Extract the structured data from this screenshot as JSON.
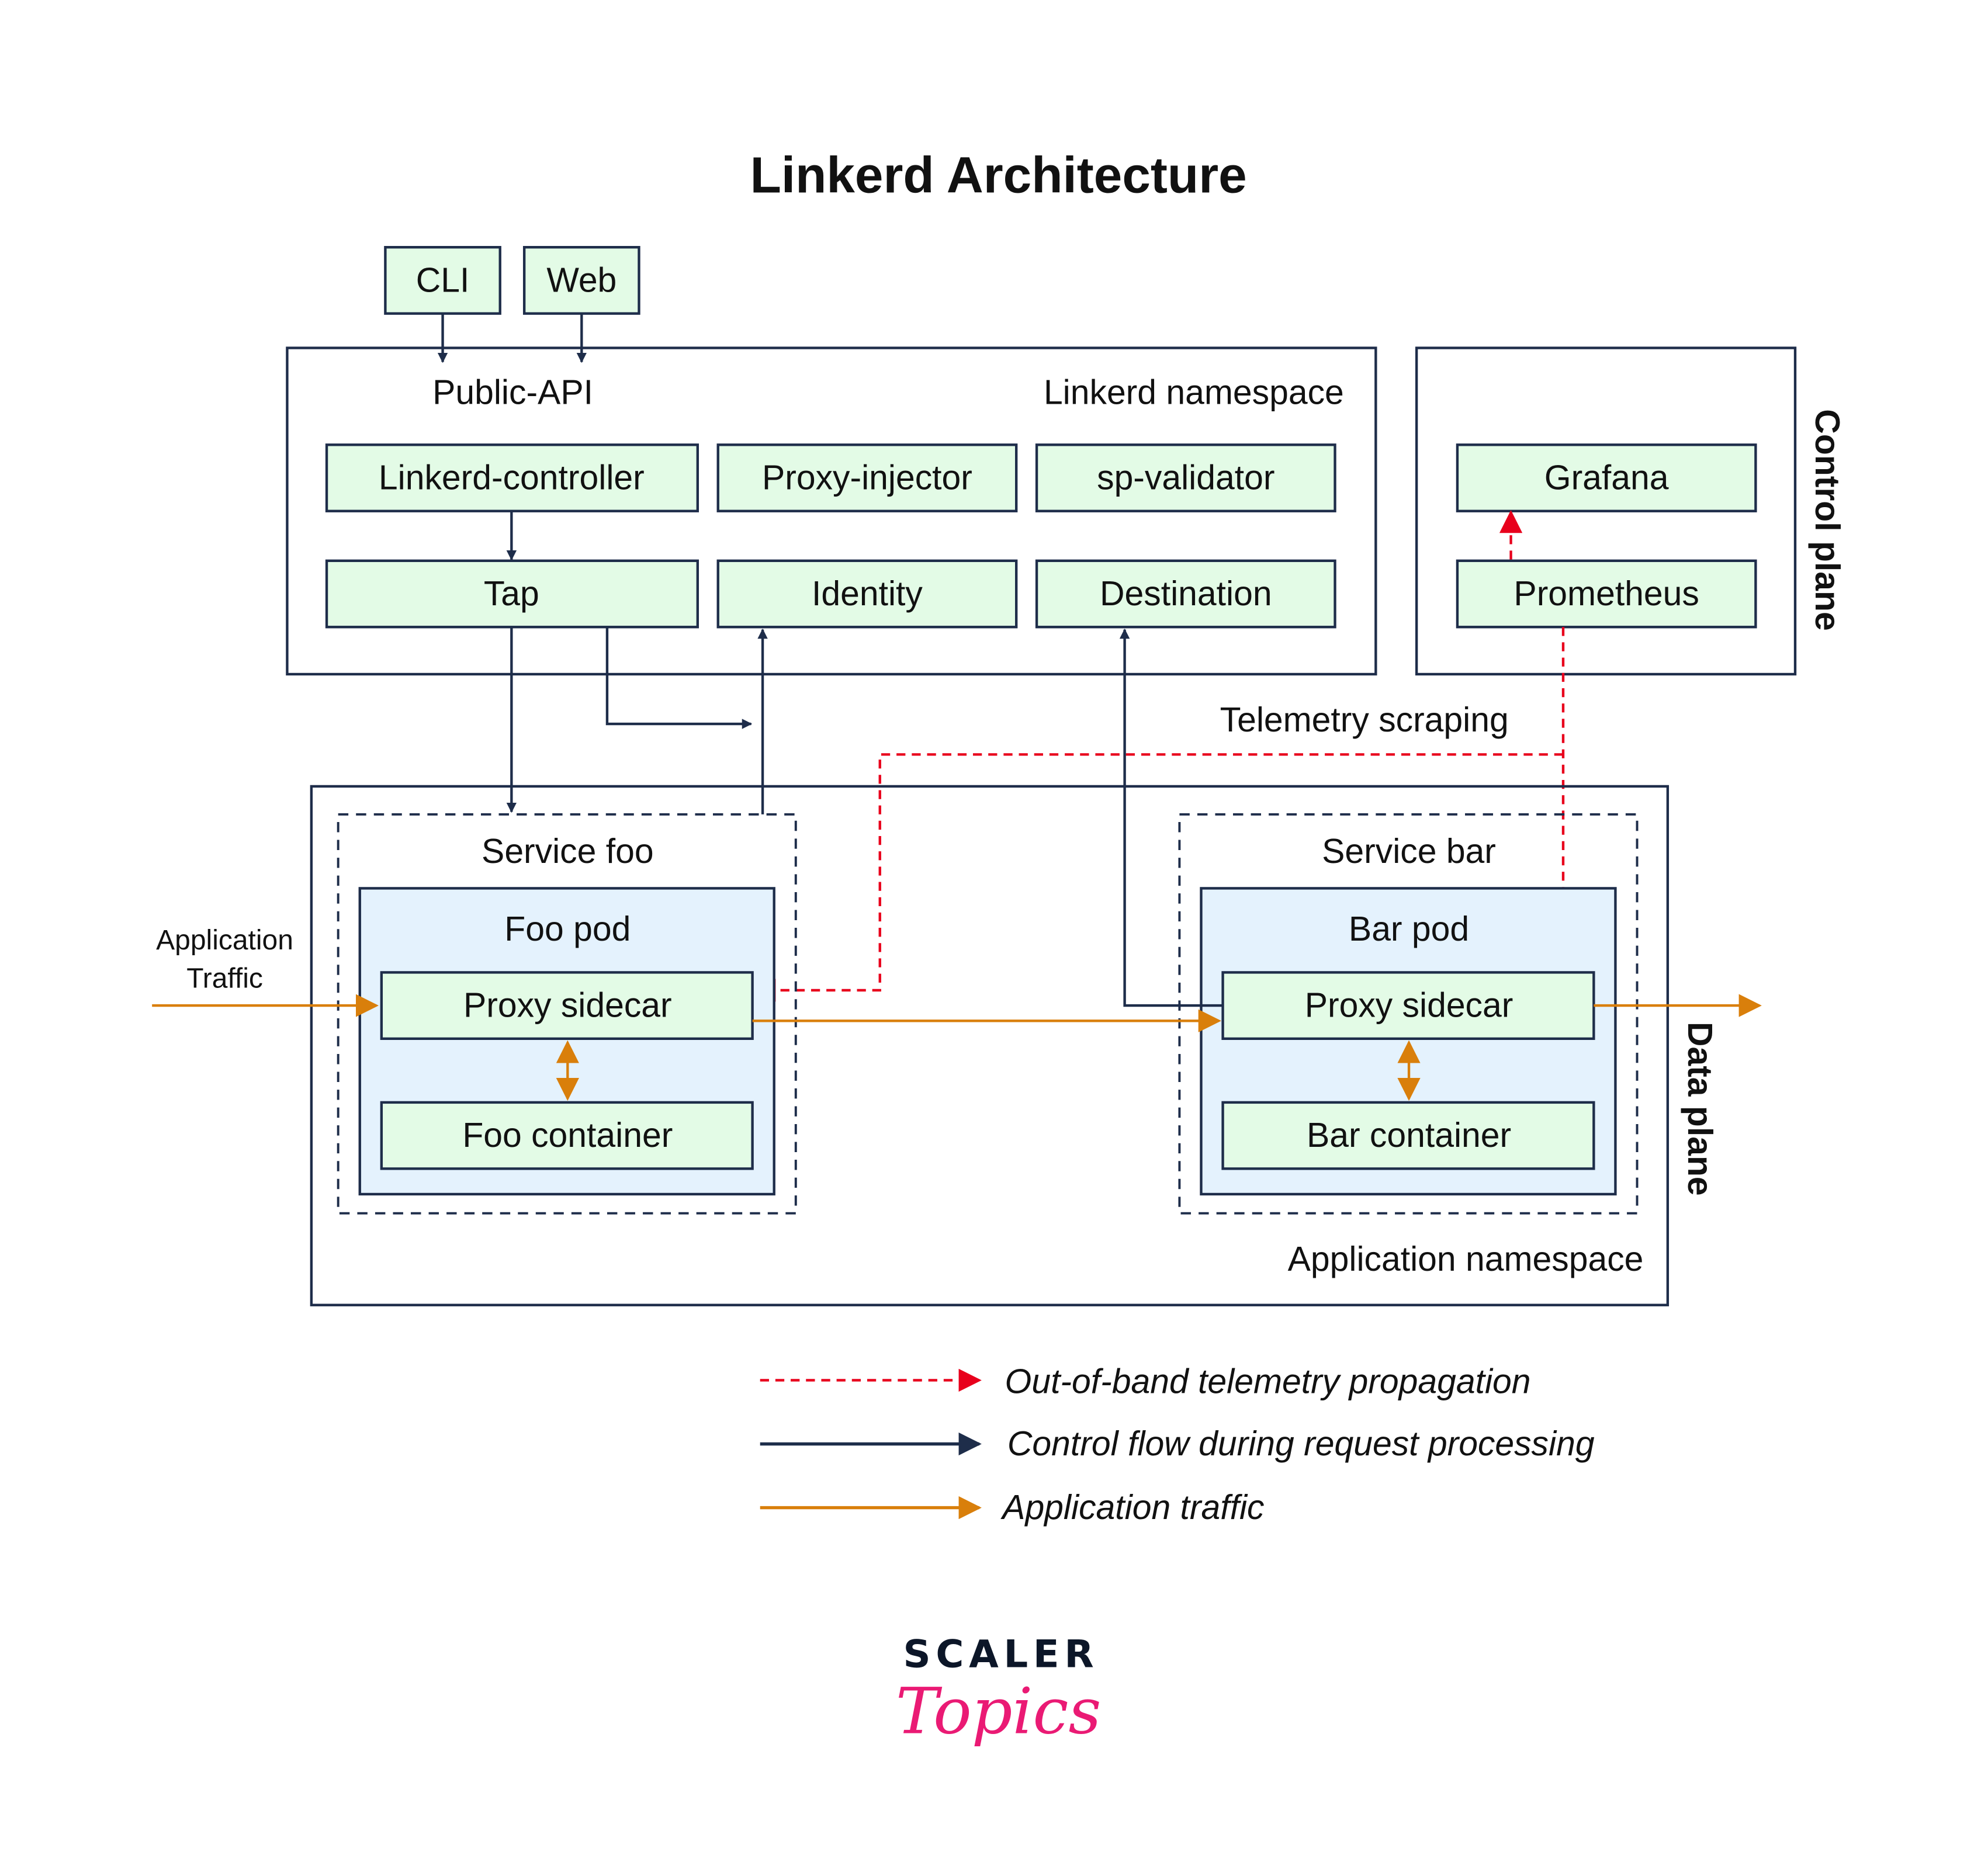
{
  "title": "Linkerd Architecture",
  "clients": [
    {
      "label": "CLI"
    },
    {
      "label": "Web"
    }
  ],
  "control_namespace": {
    "public_api_label": "Public-API",
    "namespace_label": "Linkerd namespace",
    "components": [
      {
        "label": "Linkerd-controller"
      },
      {
        "label": "Proxy-injector"
      },
      {
        "label": "sp-validator"
      },
      {
        "label": "Tap"
      },
      {
        "label": "Identity"
      },
      {
        "label": "Destination"
      }
    ]
  },
  "monitoring": {
    "components": [
      {
        "label": "Grafana"
      },
      {
        "label": "Prometheus"
      }
    ],
    "plane_label": "Control plane"
  },
  "telemetry_label": "Telemetry scraping",
  "data_plane": {
    "plane_label": "Data plane",
    "namespace_label": "Application namespace",
    "incoming_label_line1": "Application",
    "incoming_label_line2": "Traffic",
    "services": [
      {
        "service_label": "Service foo",
        "pod_label": "Foo pod",
        "sidecar_label": "Proxy sidecar",
        "container_label": "Foo container"
      },
      {
        "service_label": "Service bar",
        "pod_label": "Bar pod",
        "sidecar_label": "Proxy sidecar",
        "container_label": "Bar container"
      }
    ]
  },
  "legend": [
    {
      "label": "Out-of-band telemetry propagation",
      "style": "dashed",
      "color": "#e8001c"
    },
    {
      "label": "Control flow during request processing",
      "style": "solid",
      "color": "#1e2d4a"
    },
    {
      "label": "Application traffic",
      "style": "solid",
      "color": "#d97f0b"
    }
  ],
  "logo": {
    "line1": "SCALER",
    "line2": "Topics"
  },
  "colors": {
    "navy": "#1e2d4a",
    "orange": "#d97f0b",
    "red": "#e8001c",
    "component_fill": "#e3fbe6",
    "pod_fill": "#e4f2fd",
    "logo_pink": "#ea1a74"
  }
}
